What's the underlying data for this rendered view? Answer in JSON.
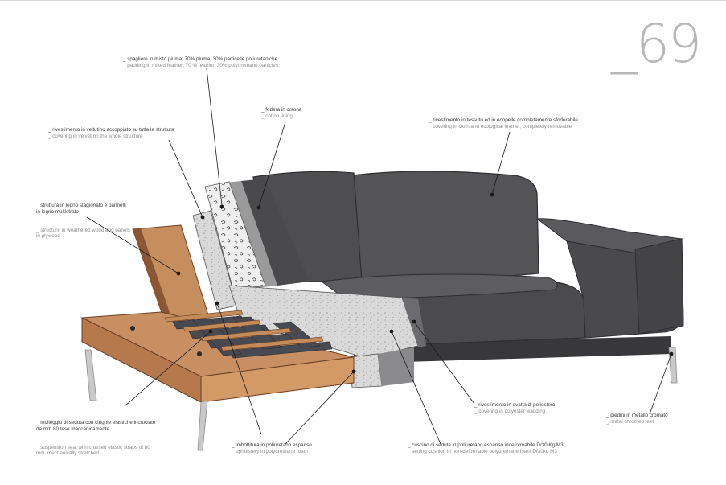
{
  "page_number": "_69",
  "colors": {
    "fabric": "#525255",
    "fabric_dark": "#3c3c3f",
    "wood": "#c68e5c",
    "wood_dark": "#7a4a2a",
    "foam": "#dcdcdc",
    "strap": "#4a4d52",
    "leg": "#c9c9c9"
  },
  "labels": [
    {
      "id": "padding",
      "it": "_ spagliere in misto piuma: 70% piuma; 30% particelle poliuretaniche",
      "en": "_ padding in mixed feather: 70 % feather; 30% polyurethane particles"
    },
    {
      "id": "lining",
      "it": "_ fodera in cotone",
      "en": "_ cotton lining"
    },
    {
      "id": "velvet",
      "it": "_ rivestimento in vellutino accoppiato su tutta la struttura",
      "en": "_ covering in velvet on the whole structure"
    },
    {
      "id": "covering",
      "it": "_ rivestimento in tessuto ed in ecopelle completamente sfoderabile",
      "en": "_ covering in cloth and ecological leather, completely removable"
    },
    {
      "id": "structure",
      "it": "_ struttura in legno stagionato e pannelli\nin legno multistrato",
      "en": "_ structure in weathered wood and panels\nin plywood"
    },
    {
      "id": "suspension",
      "it": "_ molleggio di seduta con cinghie elastiche incrociate\nda mm 80 tese meccanicamente",
      "en": "_ suspension seat with crossed elastic straps of 80\nmm, mechanically stretched"
    },
    {
      "id": "wadding",
      "it": "_ rivestimento in ovatta di poliestere",
      "en": "_ covering in polyester wadding"
    },
    {
      "id": "feet",
      "it": "_ piedini in metallo cromato",
      "en": "_ metal chromed feet"
    },
    {
      "id": "upholstery",
      "it": "_ imbottitura in poliuretano espanso",
      "en": "_ upholstery in polyurethane foam"
    },
    {
      "id": "cushion",
      "it": "_ cuscino di seduta in poliuretano espanso indeformabile D/30 Kg M3",
      "en": "_ setting cushion in non-deformable polyurethane foam D/30kg M3"
    }
  ]
}
